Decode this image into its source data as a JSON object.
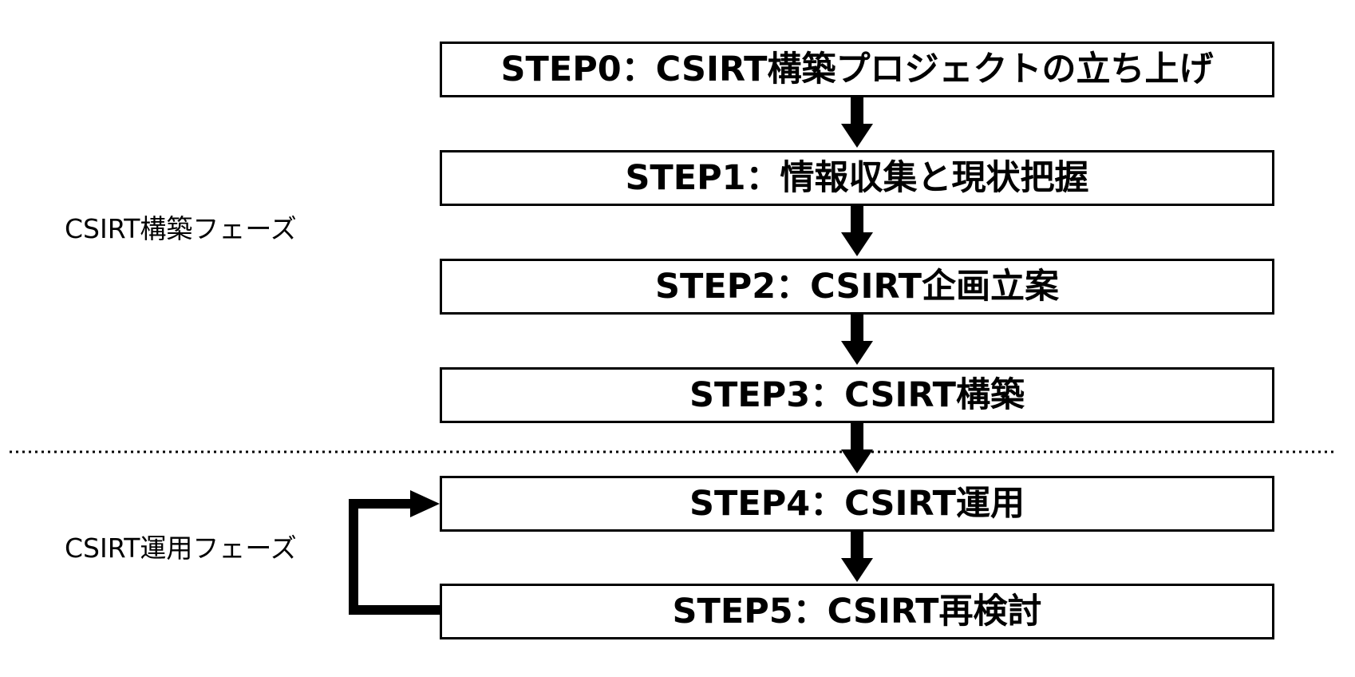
{
  "phases": [
    {
      "label": "CSIRT構築フェーズ"
    },
    {
      "label": "CSIRT運用フェーズ"
    }
  ],
  "steps": [
    {
      "label": "STEP0：CSIRT構築プロジェクトの立ち上げ"
    },
    {
      "label": "STEP1：情報収集と現状把握"
    },
    {
      "label": "STEP2：CSIRT企画立案"
    },
    {
      "label": "STEP3：CSIRT構築"
    },
    {
      "label": "STEP4：CSIRT運用"
    },
    {
      "label": "STEP5：CSIRT再検討"
    }
  ],
  "colors": {
    "line": "#000000",
    "box_fill": "#ffffff",
    "background": "#ffffff"
  }
}
